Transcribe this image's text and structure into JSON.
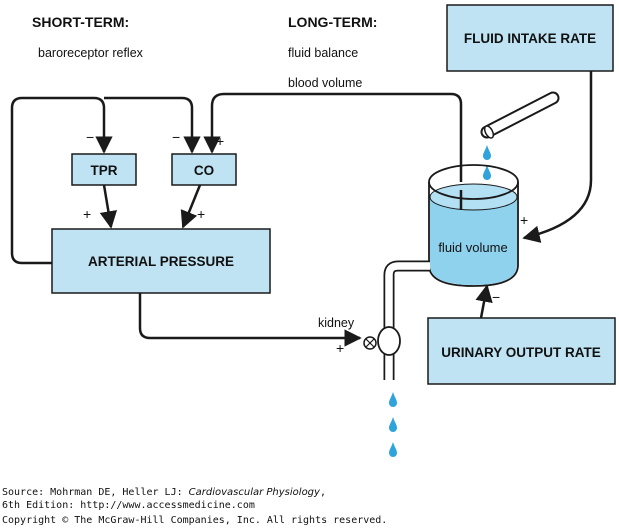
{
  "colors": {
    "box_fill": "#bfe3f3",
    "water": "#8fd2ee",
    "drop": "#2fa3dc",
    "stroke": "#1a1a1a"
  },
  "labels": {
    "short_term_title": "SHORT-TERM:",
    "short_term_sub": "baroreceptor reflex",
    "long_term_title": "LONG-TERM:",
    "long_term_sub": "fluid balance",
    "blood_volume": "blood volume",
    "kidney": "kidney"
  },
  "boxes": {
    "tpr": "TPR",
    "co": "CO",
    "arterial_pressure": "ARTERIAL PRESSURE",
    "fluid_intake_rate": "FLUID INTAKE RATE",
    "urinary_output_rate": "URINARY OUTPUT RATE",
    "fluid_volume": "fluid volume"
  },
  "signs": {
    "tpr_in": "−",
    "co_in_baro": "−",
    "co_in_volume": "+",
    "tpr_to_ap": "+",
    "co_to_ap": "+",
    "intake_to_volume": "+",
    "output_to_volume": "−",
    "ap_to_kidney": "+"
  },
  "icons": {
    "valve": "valve-icon",
    "faucet": "faucet-icon",
    "input_pipe": "pipe-icon",
    "drops": "water-drop-icon"
  },
  "source": {
    "prefix": "Source: Mohrman DE, Heller LJ: ",
    "book": "Cardiovascular Physiology",
    "suffix": ",",
    "line2": "6th Edition: http://www.accessmedicine.com",
    "copyright": "Copyright © The McGraw-Hill Companies, Inc. All rights reserved."
  }
}
